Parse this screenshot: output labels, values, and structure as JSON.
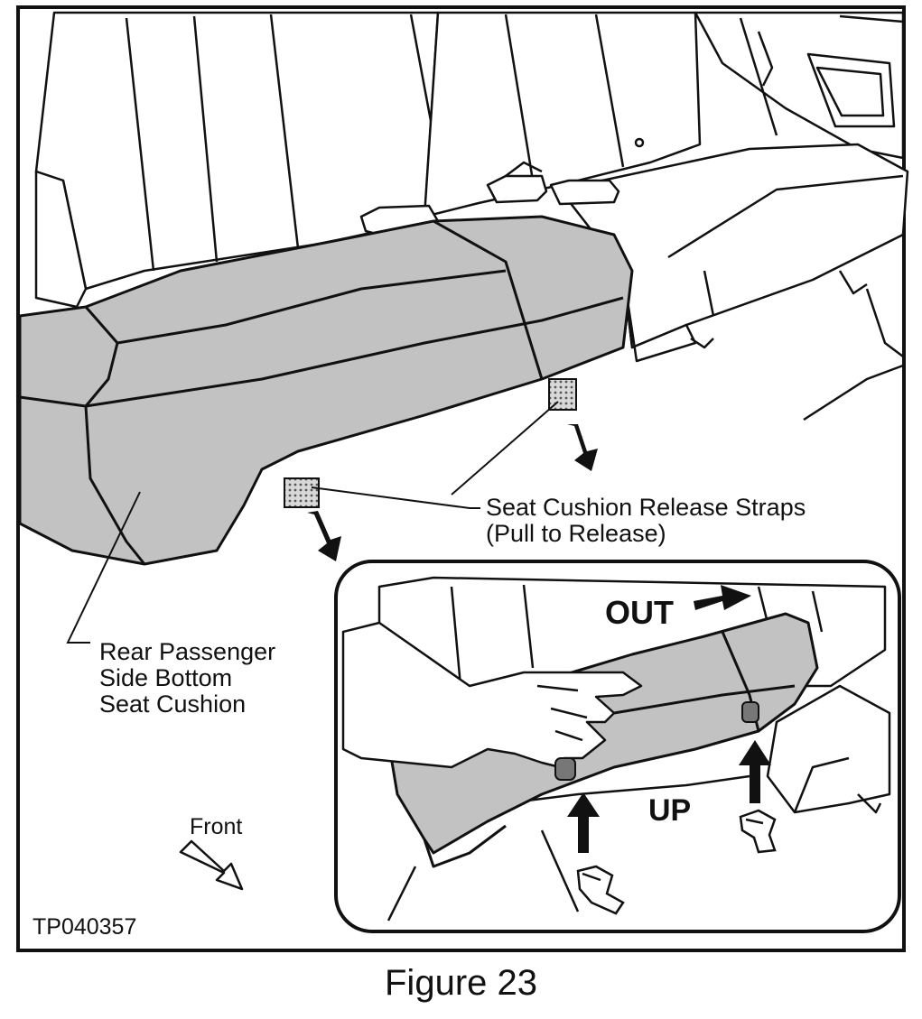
{
  "labels": {
    "release_straps": "Seat Cushion Release Straps\n(Pull to Release)",
    "cushion": "Rear Passenger\nSide Bottom\nSeat Cushion",
    "front": "Front",
    "code": "TP040357",
    "out": "OUT",
    "up": "UP"
  },
  "caption": "Figure 23",
  "colors": {
    "line": "#111111",
    "cushion_fill": "#c2c2c2",
    "paper": "#ffffff"
  }
}
